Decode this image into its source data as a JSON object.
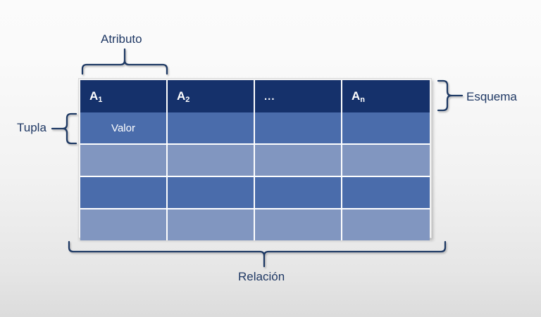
{
  "diagram": {
    "title_absent": true,
    "background_colors": {
      "top": "#fbfbfb",
      "bottom": "#dcdcdc"
    },
    "palette": {
      "header_navy": "#15316b",
      "row_dark_blue": "#4a6cab",
      "row_light_blue": "#8196c0",
      "grid_line": "#ffffff",
      "label_blue": "#1f3864",
      "frame_gray": "#d9d9d9"
    }
  },
  "table": {
    "columns": [
      {
        "base": "A",
        "sub": "1",
        "is_ellipsis": false
      },
      {
        "base": "A",
        "sub": "2",
        "is_ellipsis": false
      },
      {
        "base": "...",
        "sub": "",
        "is_ellipsis": true
      },
      {
        "base": "A",
        "sub": "n",
        "is_ellipsis": false
      }
    ],
    "rows": [
      {
        "style": "dark",
        "cells": [
          "Valor",
          "",
          "",
          ""
        ]
      },
      {
        "style": "light",
        "cells": [
          "",
          "",
          "",
          ""
        ]
      },
      {
        "style": "dark",
        "cells": [
          "",
          "",
          "",
          ""
        ]
      },
      {
        "style": "light",
        "cells": [
          "",
          "",
          "",
          ""
        ]
      }
    ]
  },
  "annotations": {
    "atributo": {
      "label": "Atributo",
      "brace": "top",
      "target": "first-column-header"
    },
    "esquema": {
      "label": "Esquema",
      "brace": "right",
      "target": "header-row"
    },
    "tupla": {
      "label": "Tupla",
      "brace": "left",
      "target": "first-data-row"
    },
    "relacion": {
      "label": "Relación",
      "brace": "bottom",
      "target": "whole-table"
    }
  }
}
